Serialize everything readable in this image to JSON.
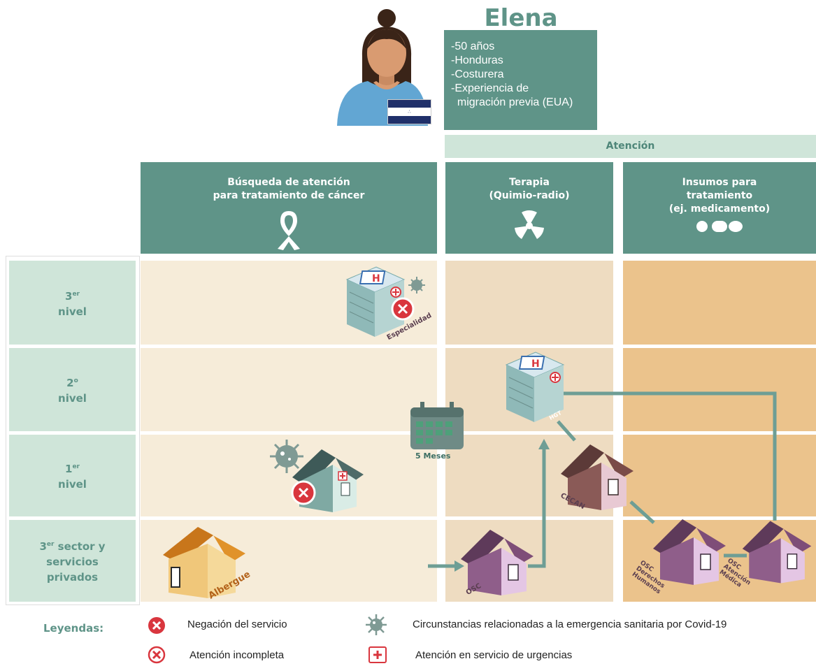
{
  "persona": {
    "name": "Elena",
    "details": [
      "-50 años",
      "-Honduras",
      "-Costurera",
      "-Experiencia de",
      "  migración previa (EUA)"
    ]
  },
  "header": {
    "atencion_label": "Atención",
    "columns": [
      {
        "line1": "Búsqueda de atención",
        "line2": "para tratamiento de cáncer",
        "line3": ""
      },
      {
        "line1": "Terapia",
        "line2": "(Quimio-radio)",
        "line3": ""
      },
      {
        "line1": "Insumos para",
        "line2": "tratamiento",
        "line3": "(ej. medicamento)"
      }
    ]
  },
  "rows": [
    {
      "main": "3",
      "sup": "er",
      "sub": "nivel"
    },
    {
      "main": "2",
      "sup": "o",
      "sub": "nivel"
    },
    {
      "main": "1",
      "sup": "er",
      "sub": "nivel"
    },
    {
      "main": "3",
      "sup": "er",
      "sub": "sector y",
      "extra1": "servicios",
      "extra2": "privados"
    }
  ],
  "labels": {
    "especialidad": "Especialidad",
    "hgt": "HGT",
    "cecan": "CECAN",
    "osc": "OSC",
    "osc_dh": "OSC Derechos Humanos",
    "osc_am": "OSC Atención Médica",
    "albergue": "Albergue",
    "meses": "5 Meses"
  },
  "legend": {
    "title": "Leyendas:",
    "items": [
      {
        "text": "Negación del servicio",
        "icon": "denied-icon"
      },
      {
        "text": "Circunstancias relacionadas a la emergencia sanitaria por Covid-19",
        "icon": "virus-icon"
      },
      {
        "text": "Atención incompleta",
        "icon": "incomplete-icon"
      },
      {
        "text": "Atención en servicio de urgencias",
        "icon": "emergency-icon"
      }
    ]
  },
  "colors": {
    "primary": "#5f9488",
    "light": "#cfe5d9",
    "denied": "#d9363e",
    "path": "#6e9e95"
  }
}
